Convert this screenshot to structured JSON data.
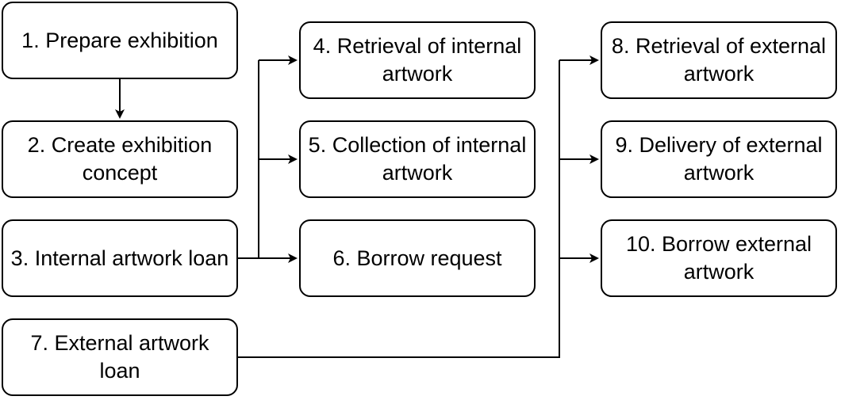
{
  "diagram": {
    "nodes": [
      {
        "id": "n1",
        "label": "1. Prepare exhibition"
      },
      {
        "id": "n2",
        "label": "2. Create exhibition concept"
      },
      {
        "id": "n3",
        "label": "3. Internal artwork loan"
      },
      {
        "id": "n4",
        "label": "4. Retrieval of internal artwork"
      },
      {
        "id": "n5",
        "label": "5. Collection of internal artwork"
      },
      {
        "id": "n6",
        "label": "6. Borrow request"
      },
      {
        "id": "n7",
        "label": "7. External artwork loan"
      },
      {
        "id": "n8",
        "label": "8. Retrieval of external artwork"
      },
      {
        "id": "n9",
        "label": "9. Delivery of external artwork"
      },
      {
        "id": "n10",
        "label": "10. Borrow external artwork"
      }
    ],
    "edges": [
      {
        "from": "1. Prepare exhibition",
        "to": "2. Create exhibition concept"
      },
      {
        "from": "3. Internal artwork loan",
        "to": "4. Retrieval of internal artwork"
      },
      {
        "from": "3. Internal artwork loan",
        "to": "5. Collection of internal artwork"
      },
      {
        "from": "3. Internal artwork loan",
        "to": "6. Borrow request"
      },
      {
        "from": "7. External artwork loan",
        "to": "8. Retrieval of external artwork"
      },
      {
        "from": "7. External artwork loan",
        "to": "9. Delivery of external artwork"
      },
      {
        "from": "7. External artwork loan",
        "to": "10. Borrow external artwork"
      }
    ],
    "colors": {
      "stroke": "#000000",
      "fill": "#ffffff",
      "text": "#000000"
    }
  }
}
